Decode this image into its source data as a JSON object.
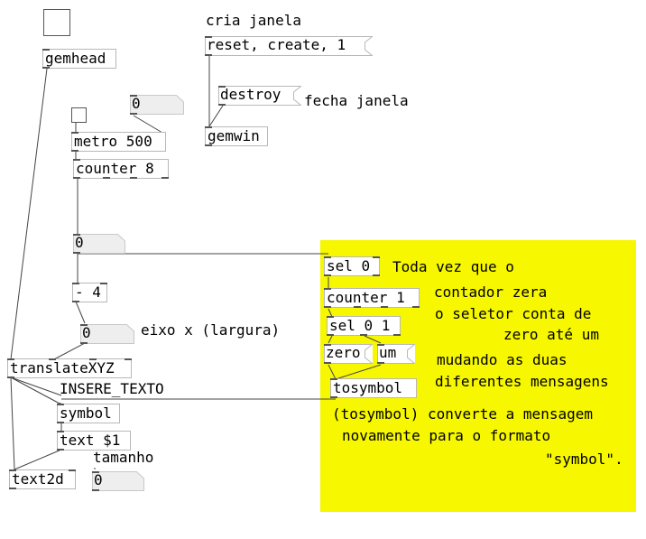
{
  "canvas": {
    "color": "#f7f700"
  },
  "objects": {
    "gemhead": "gemhead",
    "metro": "metro 500",
    "counter8": "counter 8",
    "sub4": "- 4",
    "translate": "translateXYZ",
    "symbol": "symbol",
    "text": "text $1",
    "text2d": "text2d",
    "gemwin": "gemwin",
    "sel0": "sel 0",
    "counter1": "counter 1",
    "sel01": "sel 0 1",
    "tosymbol": "tosymbol"
  },
  "messages": {
    "create": "reset, create, 1",
    "destroy": "destroy",
    "zero": "zero",
    "um": "um"
  },
  "numbers": {
    "metro_in": "0",
    "counter_out": "0",
    "eixo": "0",
    "tamanho": "0"
  },
  "comments": {
    "cria": "cria janela",
    "fecha": "fecha janela",
    "eixo": "eixo x (largura)",
    "insere": "INSERE_TEXTO",
    "tamanho": "tamanho",
    "toda": "Toda vez que o",
    "contador": "contador zera",
    "seletor": "o seletor conta de",
    "zero_ate": "zero até um",
    "mudando": "mudando as duas",
    "diferentes": "diferentes mensagens",
    "tosym1": "(tosymbol) converte a mensagem",
    "tosym2": "novamente para o formato",
    "tosym3": "\"symbol\"."
  }
}
